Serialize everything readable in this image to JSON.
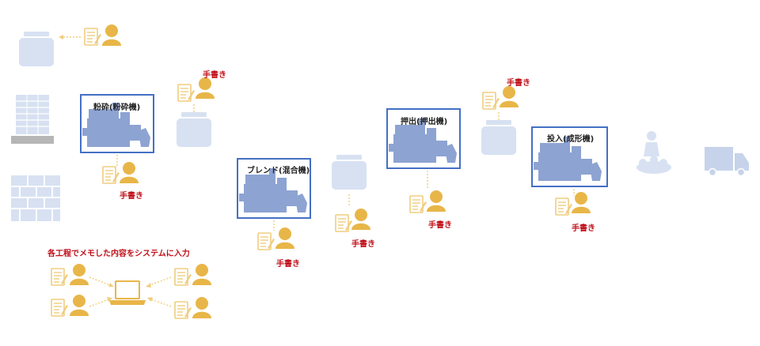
{
  "processes": {
    "crushing": "粉砕(粉砕機)",
    "blending": "ブレンド(混合機)",
    "extrusion": "押出(押出機)",
    "molding": "投入(成形機)"
  },
  "memo": {
    "handwriting": "手書き"
  },
  "footer": {
    "title": "各工程でメモした内容をシステムに入力"
  },
  "colors": {
    "person": "#e8b648",
    "memo": "#f3d690",
    "machine": "#8da3d2",
    "container": "#d7e1f2",
    "frame": "#4470c4",
    "red": "#c0101a",
    "truck": "#c6d3ea"
  },
  "icons": [
    "person-icon",
    "memo-icon",
    "machine-icon",
    "container-icon",
    "pallet-icon",
    "bricks-icon",
    "laptop-icon",
    "pile-icon",
    "truck-icon"
  ]
}
